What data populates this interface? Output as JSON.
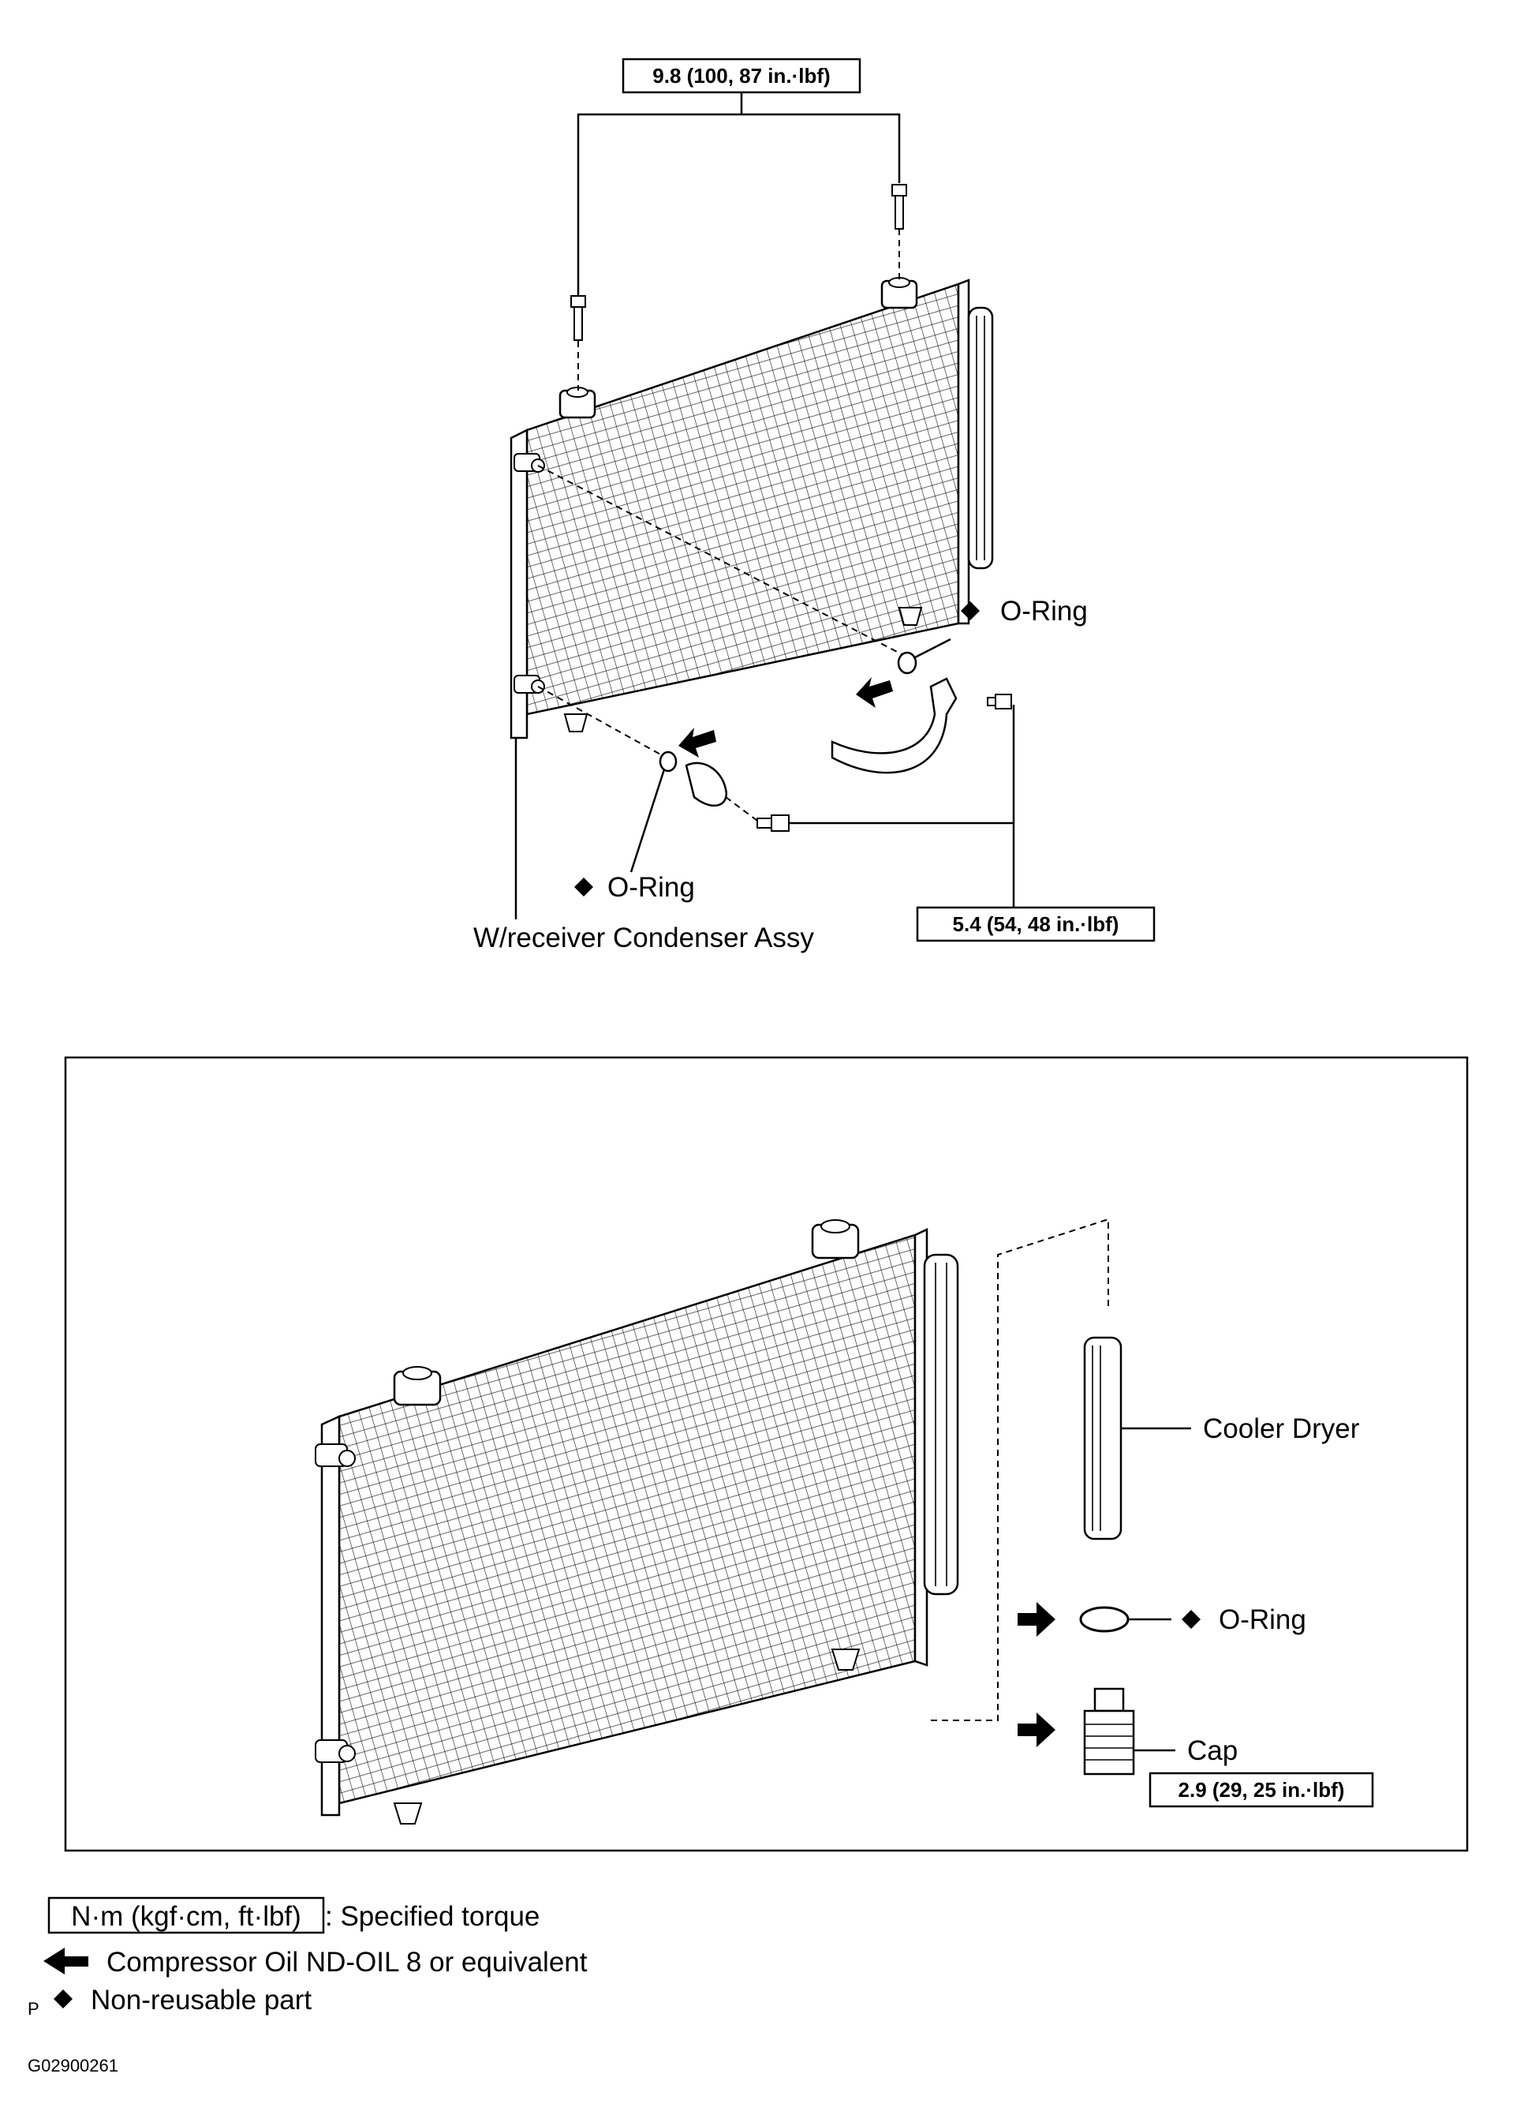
{
  "top_diagram": {
    "torque_top": "9.8 (100, 87 in.·lbf)",
    "torque_bottom": "5.4 (54, 48 in.·lbf)",
    "oring_right": "O-Ring",
    "oring_left": "O-Ring",
    "condenser_label": "W/receiver Condenser Assy"
  },
  "bottom_diagram": {
    "cooler_dryer": "Cooler Dryer",
    "oring": "O-Ring",
    "cap": "Cap",
    "cap_torque": "2.9 (29, 25 in.·lbf)"
  },
  "legend": {
    "torque_unit": "N·m (kgf·cm, ft·lbf)",
    "torque_desc": ": Specified torque",
    "oil": "Compressor Oil ND-OIL 8 or equivalent",
    "nonreusable": "Non-reusable part",
    "page_letter": "P",
    "figure_code": "G02900261"
  },
  "symbols": {
    "diamond": "diamond-icon",
    "arrow": "arrow-left-icon"
  }
}
